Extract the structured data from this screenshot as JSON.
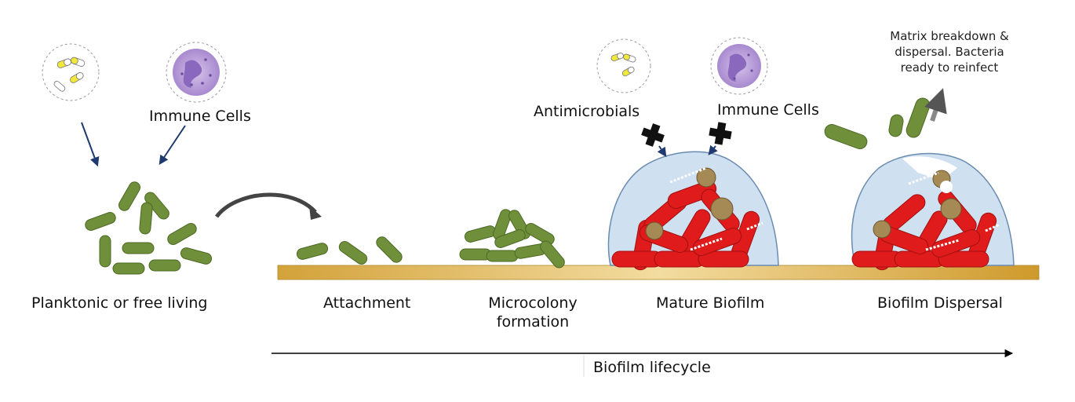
{
  "labels": {
    "planktonic": "Planktonic or free living",
    "immune_cells_left": "Immune Cells",
    "attachment": "Attachment",
    "microcolony_line1": "Microcolony",
    "microcolony_line2": "formation",
    "mature_biofilm": "Mature Biofilm",
    "antimicrobials": "Antimicrobials",
    "immune_cells_right": "Immune Cells",
    "dispersal_note_line1": "Matrix breakdown &",
    "dispersal_note_line2": "dispersal. Bacteria",
    "dispersal_note_line3": "ready to reinfect",
    "biofilm_dispersal": "Biofilm Dispersal",
    "lifecycle": "Biofilm lifecycle"
  },
  "colors": {
    "bacteria_green": "#6f8f3a",
    "bacteria_red": "#e01b1b",
    "matrix_blue": "#cfe0f0",
    "surface_gold": "#d9a93c",
    "arrow_navy": "#1f3a6e",
    "immune_purple": "#b9a2d6",
    "pill_yellow": "#f2e83a"
  },
  "icons": {
    "antimicrobial": "pill-capsules-icon",
    "immune": "neutrophil-cell-icon",
    "blocked": "black-cross-icon"
  }
}
